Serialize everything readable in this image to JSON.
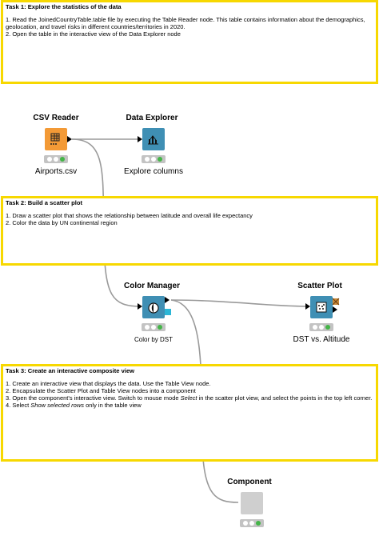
{
  "task1": {
    "title": "Task 1: Explore the statistics of the data",
    "lines": [
      "1. Read the JoinedCountryTable.table file by executing the Table Reader node. This table contains information about the demographics, geolocation, and travel risks in different countries/territories in 2020.",
      "2. Open the table in the interactive view of the Data Explorer node"
    ]
  },
  "task2": {
    "title": "Task 2: Build a scatter plot",
    "lines": [
      "1. Draw a scatter plot that shows the relationship between latitude and overall life expectancy",
      "2. Color the data by UN continental region"
    ]
  },
  "task3": {
    "title": "Task 3: Create an interactive composite view",
    "lines": [
      "1. Create an interactive view that displays the data. Use the Table View node.",
      "2. Encapsulate the Scatter Plot and Table View nodes into a component",
      "3. Open the component's interactive view. Switch to mouse mode ",
      "4. Select "
    ],
    "line3_em": "Select",
    "line3_rest": " in the scatter plot view, and select the points in the top left corner.",
    "line4_em": "Show selected rows",
    "line4_rest": " only in the table view"
  },
  "nodes": {
    "csv_reader": {
      "title": "CSV Reader",
      "label": "Airports.csv",
      "color": "#f39a36",
      "icon": "table-reader-icon"
    },
    "data_explorer": {
      "title": "Data Explorer",
      "label": "Explore columns",
      "color": "#3f8fb4",
      "icon": "explorer-icon"
    },
    "color_manager": {
      "title": "Color Manager",
      "label": "Color by DST",
      "color": "#3f8fb4",
      "icon": "color-drop-icon"
    },
    "scatter_plot": {
      "title": "Scatter Plot",
      "label": "DST vs. Altitude",
      "color": "#3f8fb4",
      "icon": "scatter-icon"
    },
    "component": {
      "title": "Component",
      "label": "",
      "color": "#cfcfcf",
      "icon": "component-icon"
    }
  },
  "colors": {
    "task_border": "#f7d800",
    "status_green": "#44b548",
    "wire": "#9a9a9a"
  }
}
